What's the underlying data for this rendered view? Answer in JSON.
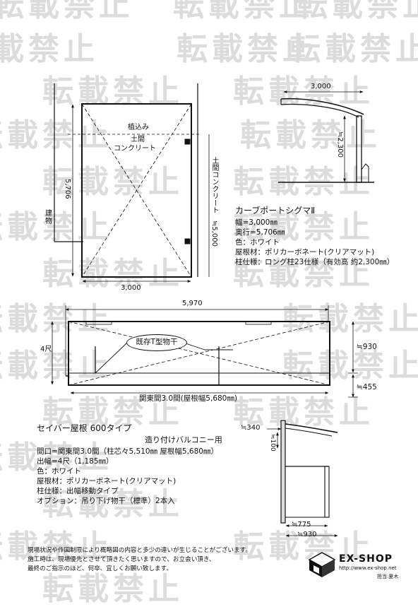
{
  "watermark": "転載禁止",
  "carport": {
    "plan": {
      "width_dim": "3,000",
      "depth_dim": "5,706",
      "label_planting_1": "植込み",
      "label_planting_2": "土間",
      "label_planting_3": "コンクリート",
      "label_building": "建物",
      "label_slab": "土間コンクリート",
      "slab_dim": "≒5,000"
    },
    "section": {
      "width_dim": "3,000",
      "height_dim": "≒2,300"
    },
    "spec": {
      "title": "カーブポートシグマⅡ",
      "lines": [
        "幅=3,000㎜",
        "奥行=5,706㎜",
        "色：ホワイト",
        "屋根材：ポリカーボネート(クリアマット)",
        "柱仕様：ロング柱23仕様（有効高 約2,300㎜）"
      ]
    }
  },
  "balcony": {
    "plan": {
      "total_dim": "5,970",
      "depth_label": "4尺",
      "hanger_label": "既存T型物干",
      "frontage_label": "関東間3.0間(屋根幅5,680㎜)",
      "dim_930": "≒930",
      "dim_455": "≒455"
    },
    "spec": {
      "title": "セイバー屋根 600タイプ",
      "subtitle": "造り付けバルコニー用",
      "lines": [
        "間口=関東間3.0間（柱芯々5,510㎜ 屋根幅5,680㎜）",
        "出幅=4尺（1,185㎜）",
        "色：ホワイト",
        "屋根材：ポリカーボネート(クリアマット)",
        "柱仕様：出幅移動タイプ",
        "オプション：吊り下げ物干（標準）2本入"
      ]
    },
    "section": {
      "dim_340": "≒340",
      "dim_100": "≒100",
      "dim_775": "≒775",
      "dim_930": "≒930"
    }
  },
  "footer": {
    "notes": [
      "現場状況や作図制限により概略図の内容と多少の違いが生じることがございます。",
      "施工時は、現場優先とさせて頂きたく思いますので、お立会い頂き、",
      "最終のご指示のほど、何卒、宜しくお願い致します。"
    ],
    "brand": "EX-SHOP",
    "url": "http://www.ex-shop.net",
    "staff": "担当:夏木"
  }
}
